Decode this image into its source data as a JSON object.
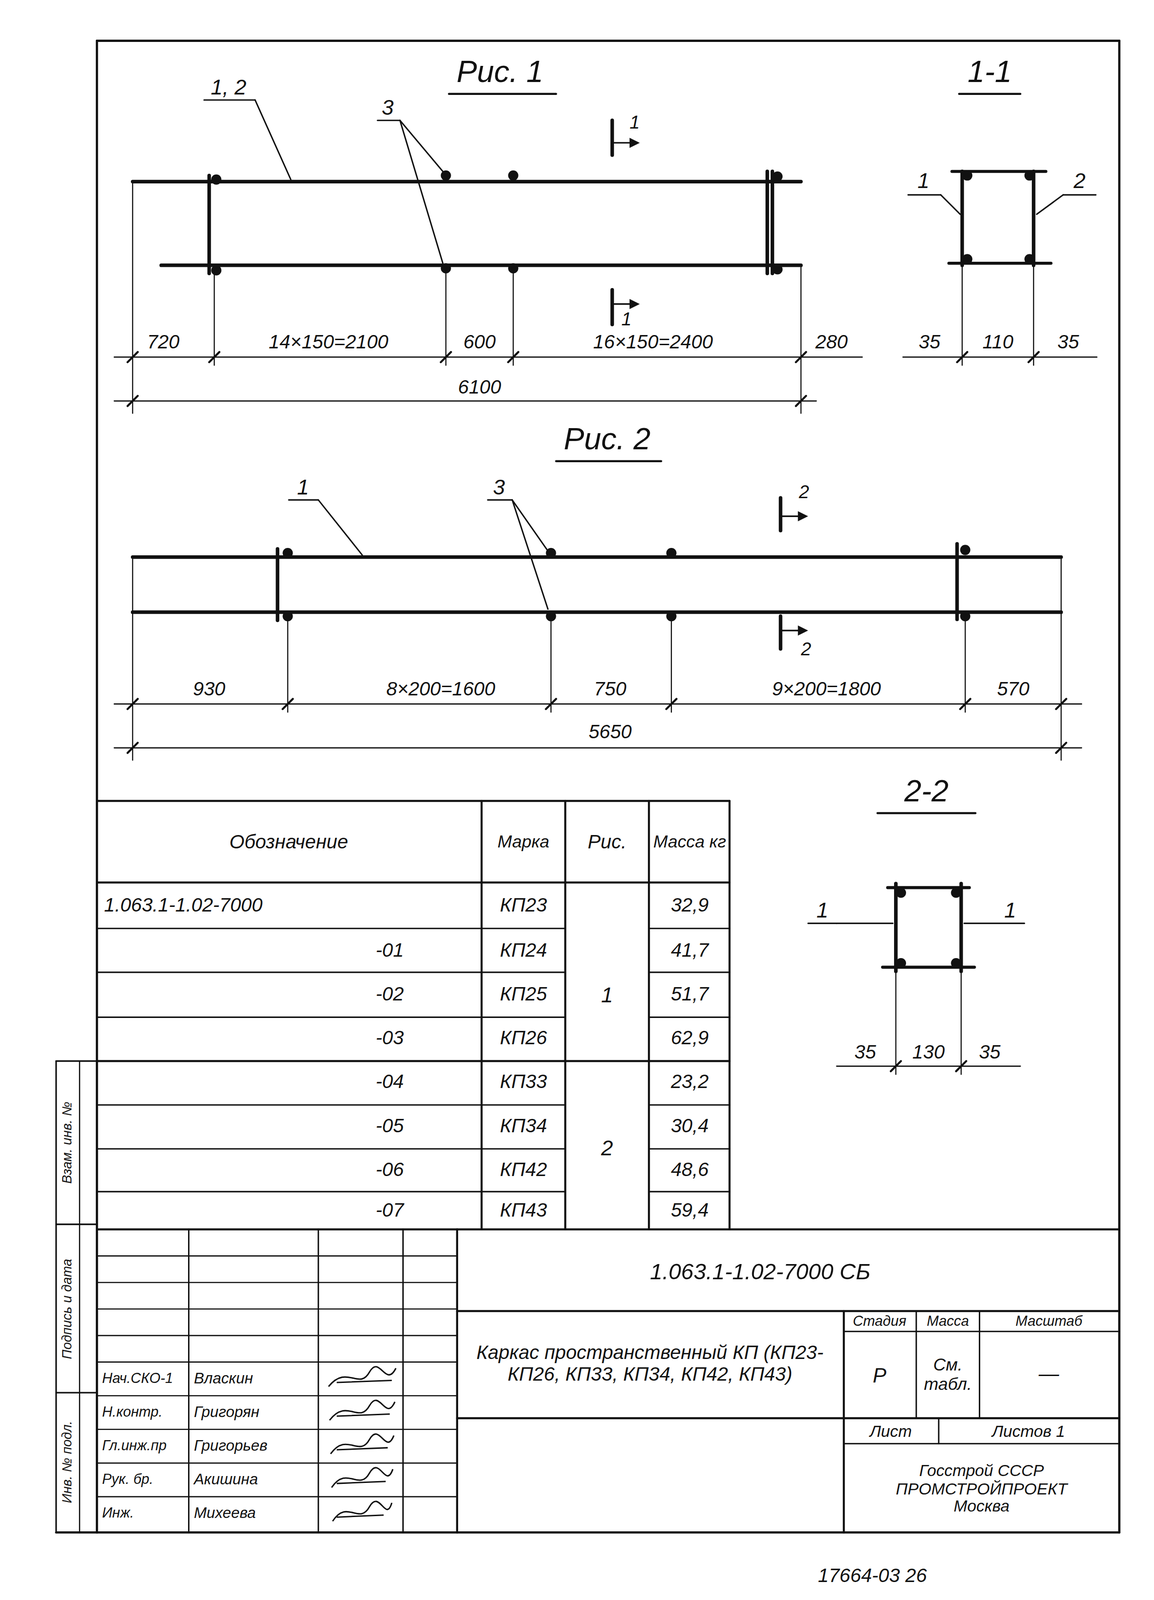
{
  "diagram": {
    "labels": [
      "Рис. 1",
      "1, 2",
      "3",
      "1",
      "1",
      "720",
      "14×150=2100",
      "600",
      "16×150=2400",
      "280",
      "6100",
      "1-1",
      "1",
      "2",
      "35",
      "110",
      "35",
      "Рис. 2",
      "1",
      "3",
      "2",
      "2",
      "930",
      "8×200=1600",
      "750",
      "9×200=1800",
      "570",
      "5650",
      "2-2",
      "1",
      "1",
      "35",
      "130",
      "35",
      "Обозначение",
      "Марка",
      "Рис.",
      "Масса кг",
      "1.063.1-1.02-7000",
      "КП23",
      "32,9",
      "-01",
      "КП24",
      "41,7",
      "-02",
      "КП25",
      "51,7",
      "-03",
      "КП26",
      "62,9",
      "-04",
      "КП33",
      "23,2",
      "-05",
      "КП34",
      "30,4",
      "-06",
      "КП42",
      "48,6",
      "-07",
      "КП43",
      "59,4",
      "1",
      "2",
      "1.063.1-1.02-7000 СБ",
      "Каркас пространственный КП (КП23-КП26, КП33, КП34, КП42, КП43)",
      "Стадия",
      "Масса",
      "Масштаб",
      "Р",
      "См. табл.",
      "—",
      "Лист",
      "Листов 1",
      "Госстрой СССР ПРОМСТРОЙПРОЕКТ Москва",
      "Нач.СКО-1",
      "Власкин",
      "Н.контр.",
      "Григорян",
      "Гл.инж.пр",
      "Григорьев",
      "Рук. бр.",
      "Акишина",
      "Инж.",
      "Михеева",
      "Взам. инв. №",
      "Подпись и дата",
      "Инв. № подл.",
      "17664-03 26"
    ]
  }
}
